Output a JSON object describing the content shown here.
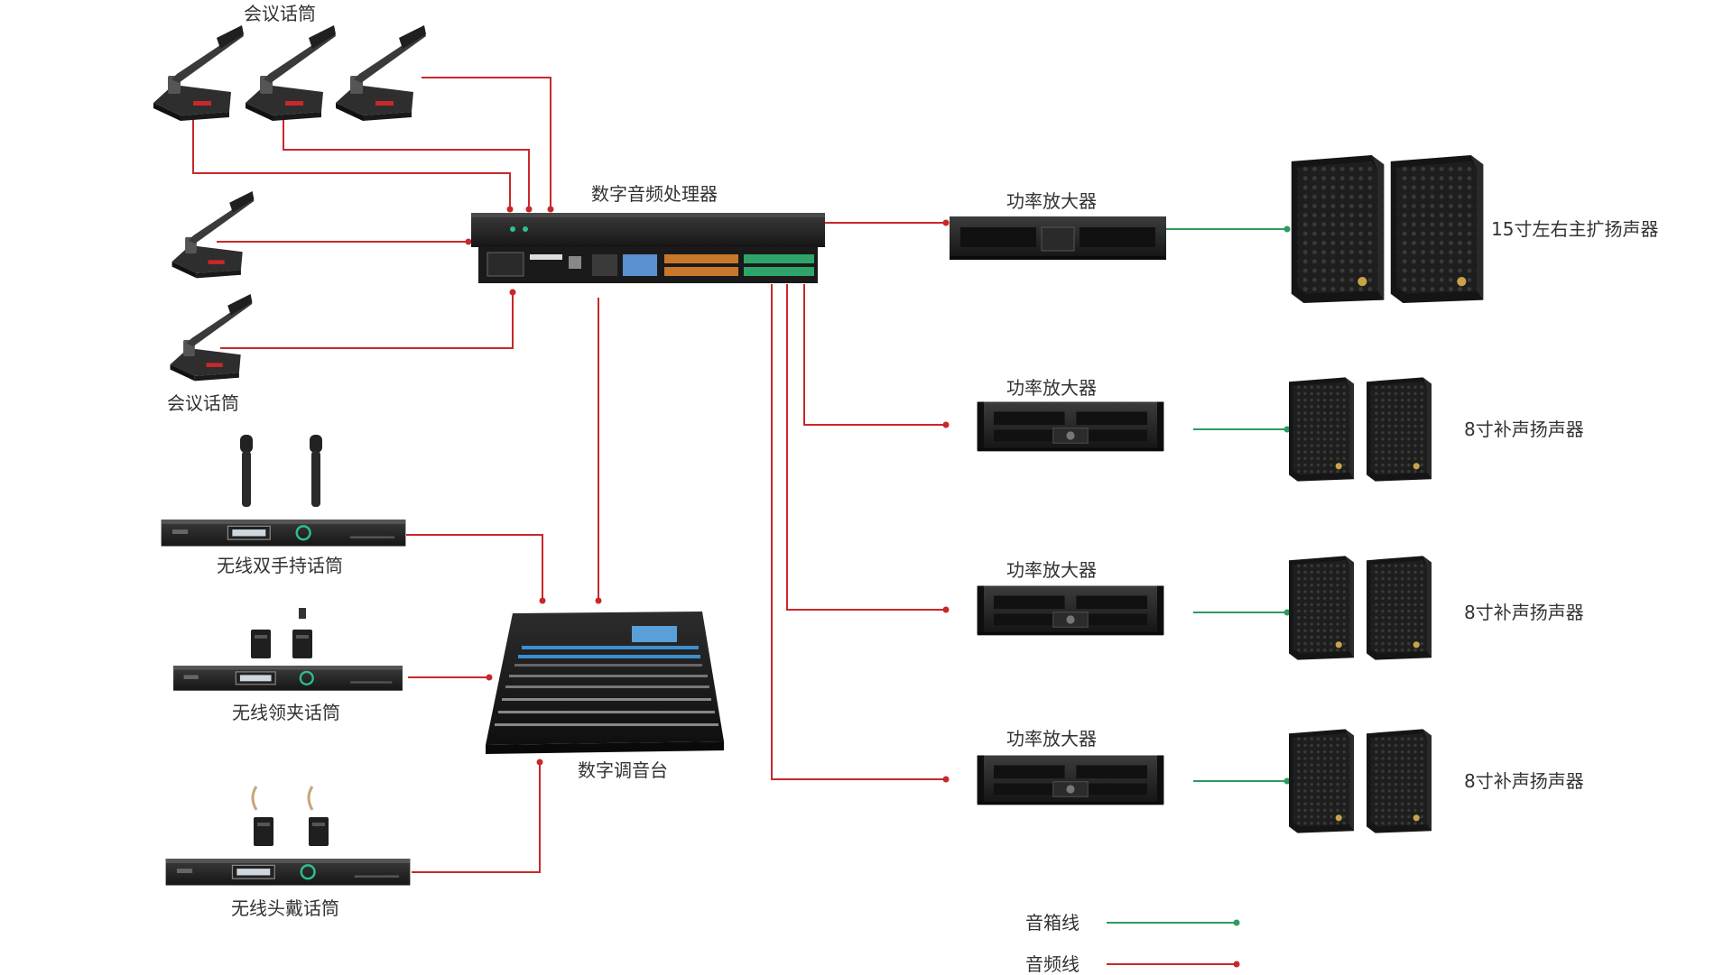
{
  "colors": {
    "audio_line": "#c8282a",
    "speaker_line": "#2e9a5e",
    "device_dark": "#2a2a2a",
    "device_body": "#1c1c1c",
    "label_text": "#333333"
  },
  "labels": {
    "conference_mic_top": "会议话筒",
    "conference_mic_bottom": "会议话筒",
    "dsp": "数字音频处理器",
    "amp_1": "功率放大器",
    "amp_2": "功率放大器",
    "amp_3": "功率放大器",
    "amp_4": "功率放大器",
    "main_speakers": "15寸左右主扩扬声器",
    "fill_speakers_1": "8寸补声扬声器",
    "fill_speakers_2": "8寸补声扬声器",
    "fill_speakers_3": "8寸补声扬声器",
    "wireless_handheld": "无线双手持话筒",
    "wireless_lavalier": "无线领夹话筒",
    "wireless_headset": "无线头戴话筒",
    "mixer": "数字调音台"
  },
  "legend": {
    "speaker_cable": "音箱线",
    "audio_cable": "音频线"
  },
  "icons": {
    "conference_mic": "gooseneck-microphone-icon",
    "dsp": "rack-processor-icon",
    "amplifier": "rack-amplifier-icon",
    "speaker": "speaker-cabinet-icon",
    "wireless_receiver": "wireless-receiver-icon",
    "mixer": "mixing-console-icon"
  }
}
